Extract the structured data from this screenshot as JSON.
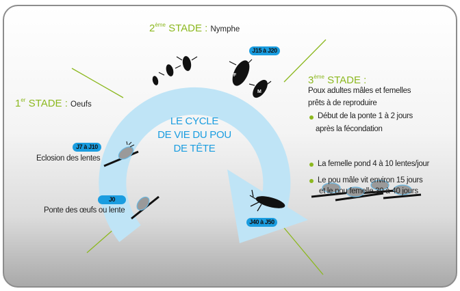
{
  "colors": {
    "accent_green": "#8cb81f",
    "arrow_blue": "#bfe4f6",
    "badge_blue": "#1a9de0"
  },
  "center_title": [
    "LE CYCLE",
    "DE VIE DU POU",
    "DE TÊTE"
  ],
  "stage1": {
    "num": "1",
    "sup": "er",
    "label": "STADE :",
    "name": "Oeufs"
  },
  "stage2": {
    "num": "2",
    "sup": "ème",
    "label": "STADE :",
    "name": "Nymphe"
  },
  "stage3": {
    "num": "3",
    "sup": "ème",
    "label": "STADE :",
    "desc": [
      "Poux adultes mâles et femelles",
      "prêts à de reproduire"
    ],
    "bullets": [
      [
        "Début de la ponte 1 à 2 jours",
        "après la fécondation"
      ],
      [
        "La femelle pond 4 à 10 lentes/jour"
      ],
      [
        "Le pou mâle vit environ 15 jours",
        "et le pou femelle 30 à 40 jours"
      ]
    ]
  },
  "badges": {
    "j0": "J0",
    "j7": "J7 à J10",
    "j15": "J15 à J20",
    "j40": "J40 à J50"
  },
  "labels": {
    "ponte": "Ponte des œufs ou lente",
    "eclosion": "Eclosion des lentes"
  },
  "lice_marks": {
    "female": "F",
    "male": "M"
  }
}
